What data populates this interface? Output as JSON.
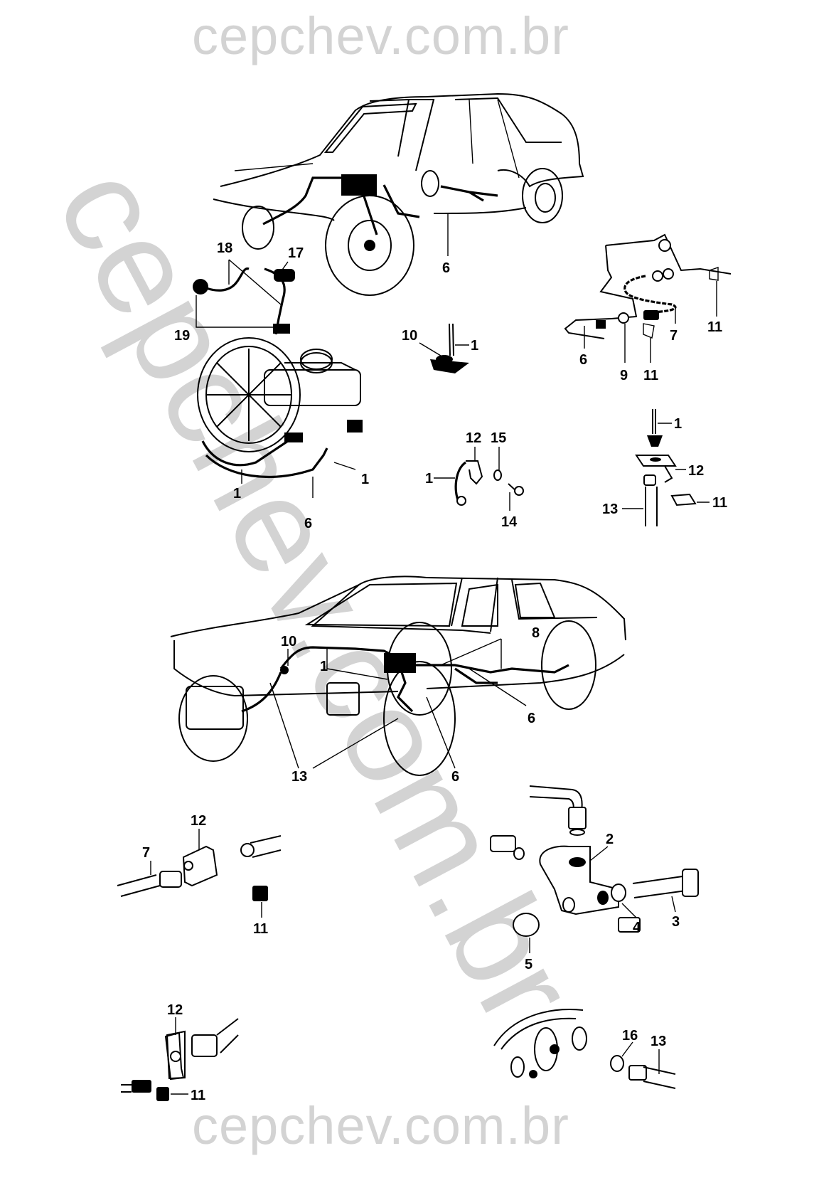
{
  "watermark": {
    "top": "cepchev.com.br",
    "bottom": "cepchev.com.br",
    "diagonal": "cepchev.com.br",
    "color": "#d3d3d3"
  },
  "diagram": {
    "title": "",
    "panels": [
      {
        "name": "sedan-brake-overview",
        "callouts": [
          "6"
        ]
      },
      {
        "name": "master-cylinder-booster",
        "callouts": [
          "18",
          "17",
          "19",
          "1",
          "1",
          "6"
        ]
      },
      {
        "name": "rear-hose-bracket",
        "callouts": [
          "7",
          "11",
          "6",
          "9",
          "11"
        ]
      },
      {
        "name": "grommet-detail",
        "callouts": [
          "10",
          "1"
        ]
      },
      {
        "name": "line-clip-detail",
        "callouts": [
          "12",
          "15",
          "1",
          "14"
        ]
      },
      {
        "name": "front-hose-bracket",
        "callouts": [
          "1",
          "12",
          "13",
          "11"
        ]
      },
      {
        "name": "hatchback-brake-overview",
        "callouts": [
          "8",
          "10",
          "1",
          "6",
          "13",
          "6"
        ]
      },
      {
        "name": "hose-bracket-detail-a",
        "callouts": [
          "12",
          "7",
          "11"
        ]
      },
      {
        "name": "tee-fitting-detail",
        "callouts": [
          "2",
          "3",
          "4",
          "5"
        ]
      },
      {
        "name": "hose-bracket-detail-b",
        "callouts": [
          "12",
          "11"
        ]
      },
      {
        "name": "caliper-hose-detail",
        "callouts": [
          "16",
          "13"
        ]
      }
    ]
  },
  "labels": {
    "p1_6": "6",
    "p2_18": "18",
    "p2_17": "17",
    "p2_19": "19",
    "p2_1a": "1",
    "p2_1b": "1",
    "p2_6": "6",
    "p3_7": "7",
    "p3_11a": "11",
    "p3_6": "6",
    "p3_9": "9",
    "p3_11b": "11",
    "p4_10": "10",
    "p4_1": "1",
    "p5_12": "12",
    "p5_15": "15",
    "p5_1": "1",
    "p5_14": "14",
    "p6_1": "1",
    "p6_12": "12",
    "p6_13": "13",
    "p6_11": "11",
    "p7_8": "8",
    "p7_10": "10",
    "p7_1": "1",
    "p7_6a": "6",
    "p7_13": "13",
    "p7_6b": "6",
    "p8_12": "12",
    "p8_7": "7",
    "p8_11": "11",
    "p9_2": "2",
    "p9_3": "3",
    "p9_4": "4",
    "p9_5": "5",
    "p10_12": "12",
    "p10_11": "11",
    "p11_16": "16",
    "p11_13": "13"
  }
}
